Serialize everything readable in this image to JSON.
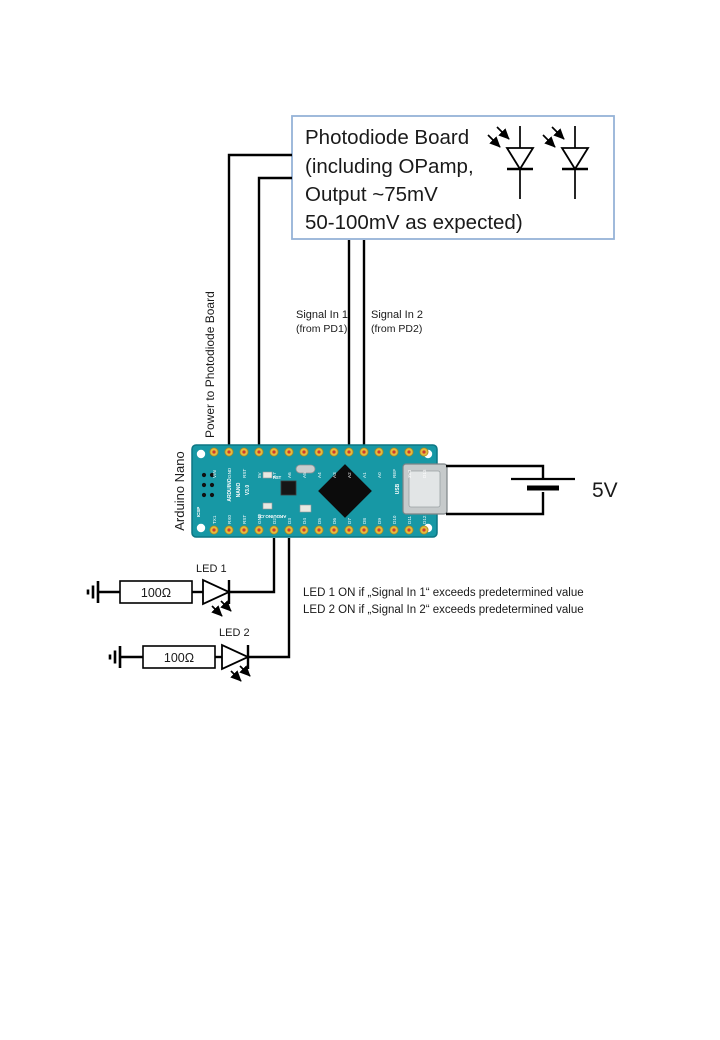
{
  "photodiode_board": {
    "lines": [
      "Photodiode Board",
      "(including OPamp,",
      "Output ~75mV",
      "50-100mV as expected)"
    ]
  },
  "wire_labels": {
    "power": "Power to Photodiode Board",
    "signal1_line1": "Signal In 1",
    "signal1_line2": "(from PD1)",
    "signal2_line1": "Signal In 2",
    "signal2_line2": "(from PD2)"
  },
  "arduino": {
    "side_label": "Arduino Nano",
    "brand_lines": [
      "ARDUINO",
      "NANO",
      "V3.0"
    ],
    "site": "ARDUINO.CC",
    "icsp_label": "ICSP",
    "usb_label": "USB",
    "rst_label": "RST",
    "pins_top": [
      "VIN",
      "GND",
      "RST",
      "5V",
      "A7",
      "A6",
      "A5",
      "A4",
      "A3",
      "A2",
      "A1",
      "A0",
      "REF",
      "3V3",
      "D13"
    ],
    "pins_bottom": [
      "TX1",
      "RX0",
      "RST",
      "GND",
      "D2",
      "D3",
      "D4",
      "D5",
      "D6",
      "D7",
      "D8",
      "D9",
      "D10",
      "D11",
      "D12"
    ]
  },
  "power_supply": {
    "label": "5V"
  },
  "led_circuits": [
    {
      "label": "LED 1",
      "resistor": "100Ω"
    },
    {
      "label": "LED 2",
      "resistor": "100Ω"
    }
  ],
  "notes": {
    "line1": "LED 1 ON if „Signal In 1“ exceeds predetermined value",
    "line2": "LED 2 ON if „Signal In 2“ exceeds predetermined value"
  },
  "colors": {
    "wire": "#000000",
    "box_border": "#95b3d7",
    "board": "#1798a5",
    "pin_pad": "#e3bc3e",
    "pin_dot": "#cf3a2e",
    "chip": "#0c0c0c",
    "usb": "#c6cacb"
  }
}
